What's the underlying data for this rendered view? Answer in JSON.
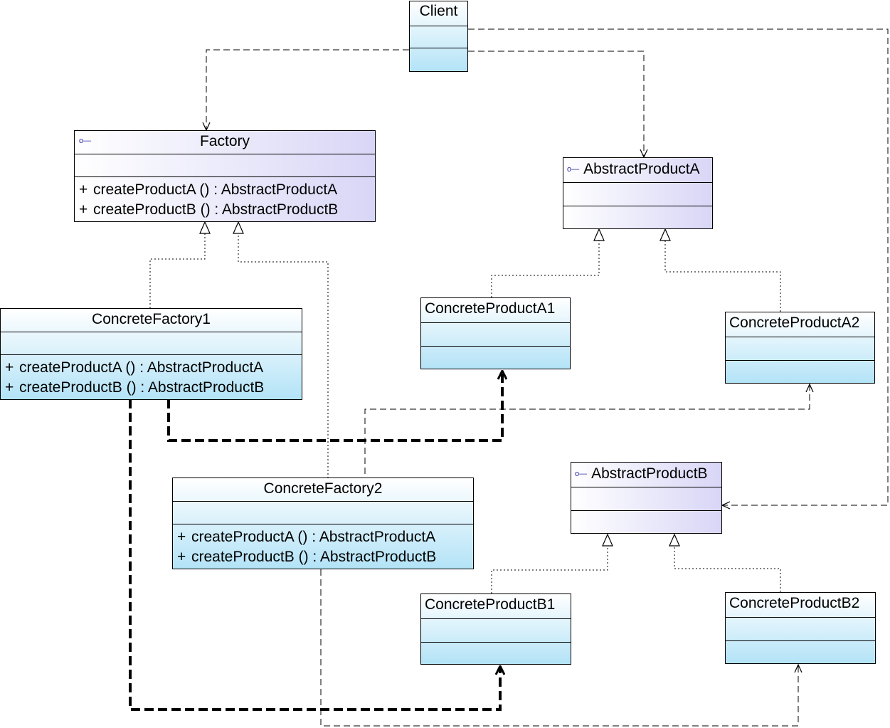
{
  "classes": {
    "client": {
      "name": "Client"
    },
    "factory": {
      "name": "Factory",
      "operations": [
        {
          "visibility": "+",
          "text": "createProductA () : AbstractProductA"
        },
        {
          "visibility": "+",
          "text": "createProductB () : AbstractProductB"
        }
      ]
    },
    "concrete_factory_1": {
      "name": "ConcreteFactory1",
      "operations": [
        {
          "visibility": "+",
          "text": "createProductA () : AbstractProductA"
        },
        {
          "visibility": "+",
          "text": "createProductB () : AbstractProductB"
        }
      ]
    },
    "concrete_factory_2": {
      "name": "ConcreteFactory2",
      "operations": [
        {
          "visibility": "+",
          "text": "createProductA () : AbstractProductA"
        },
        {
          "visibility": "+",
          "text": "createProductB () : AbstractProductB"
        }
      ]
    },
    "abstract_product_a": {
      "name": "AbstractProductA"
    },
    "concrete_product_a1": {
      "name": "ConcreteProductA1"
    },
    "concrete_product_a2": {
      "name": "ConcreteProductA2"
    },
    "abstract_product_b": {
      "name": "AbstractProductB"
    },
    "concrete_product_b1": {
      "name": "ConcreteProductB1"
    },
    "concrete_product_b2": {
      "name": "ConcreteProductB2"
    }
  },
  "colors": {
    "interface_fill_start": "#ffffff",
    "interface_fill_end": "#d8d6f6",
    "class_fill_start": "#ffffff",
    "class_fill_end": "#b3e3f7",
    "interface_icon": "#2a2aa8",
    "line": "#000000"
  },
  "icons": {
    "interface": "interface-lollipop-icon"
  }
}
